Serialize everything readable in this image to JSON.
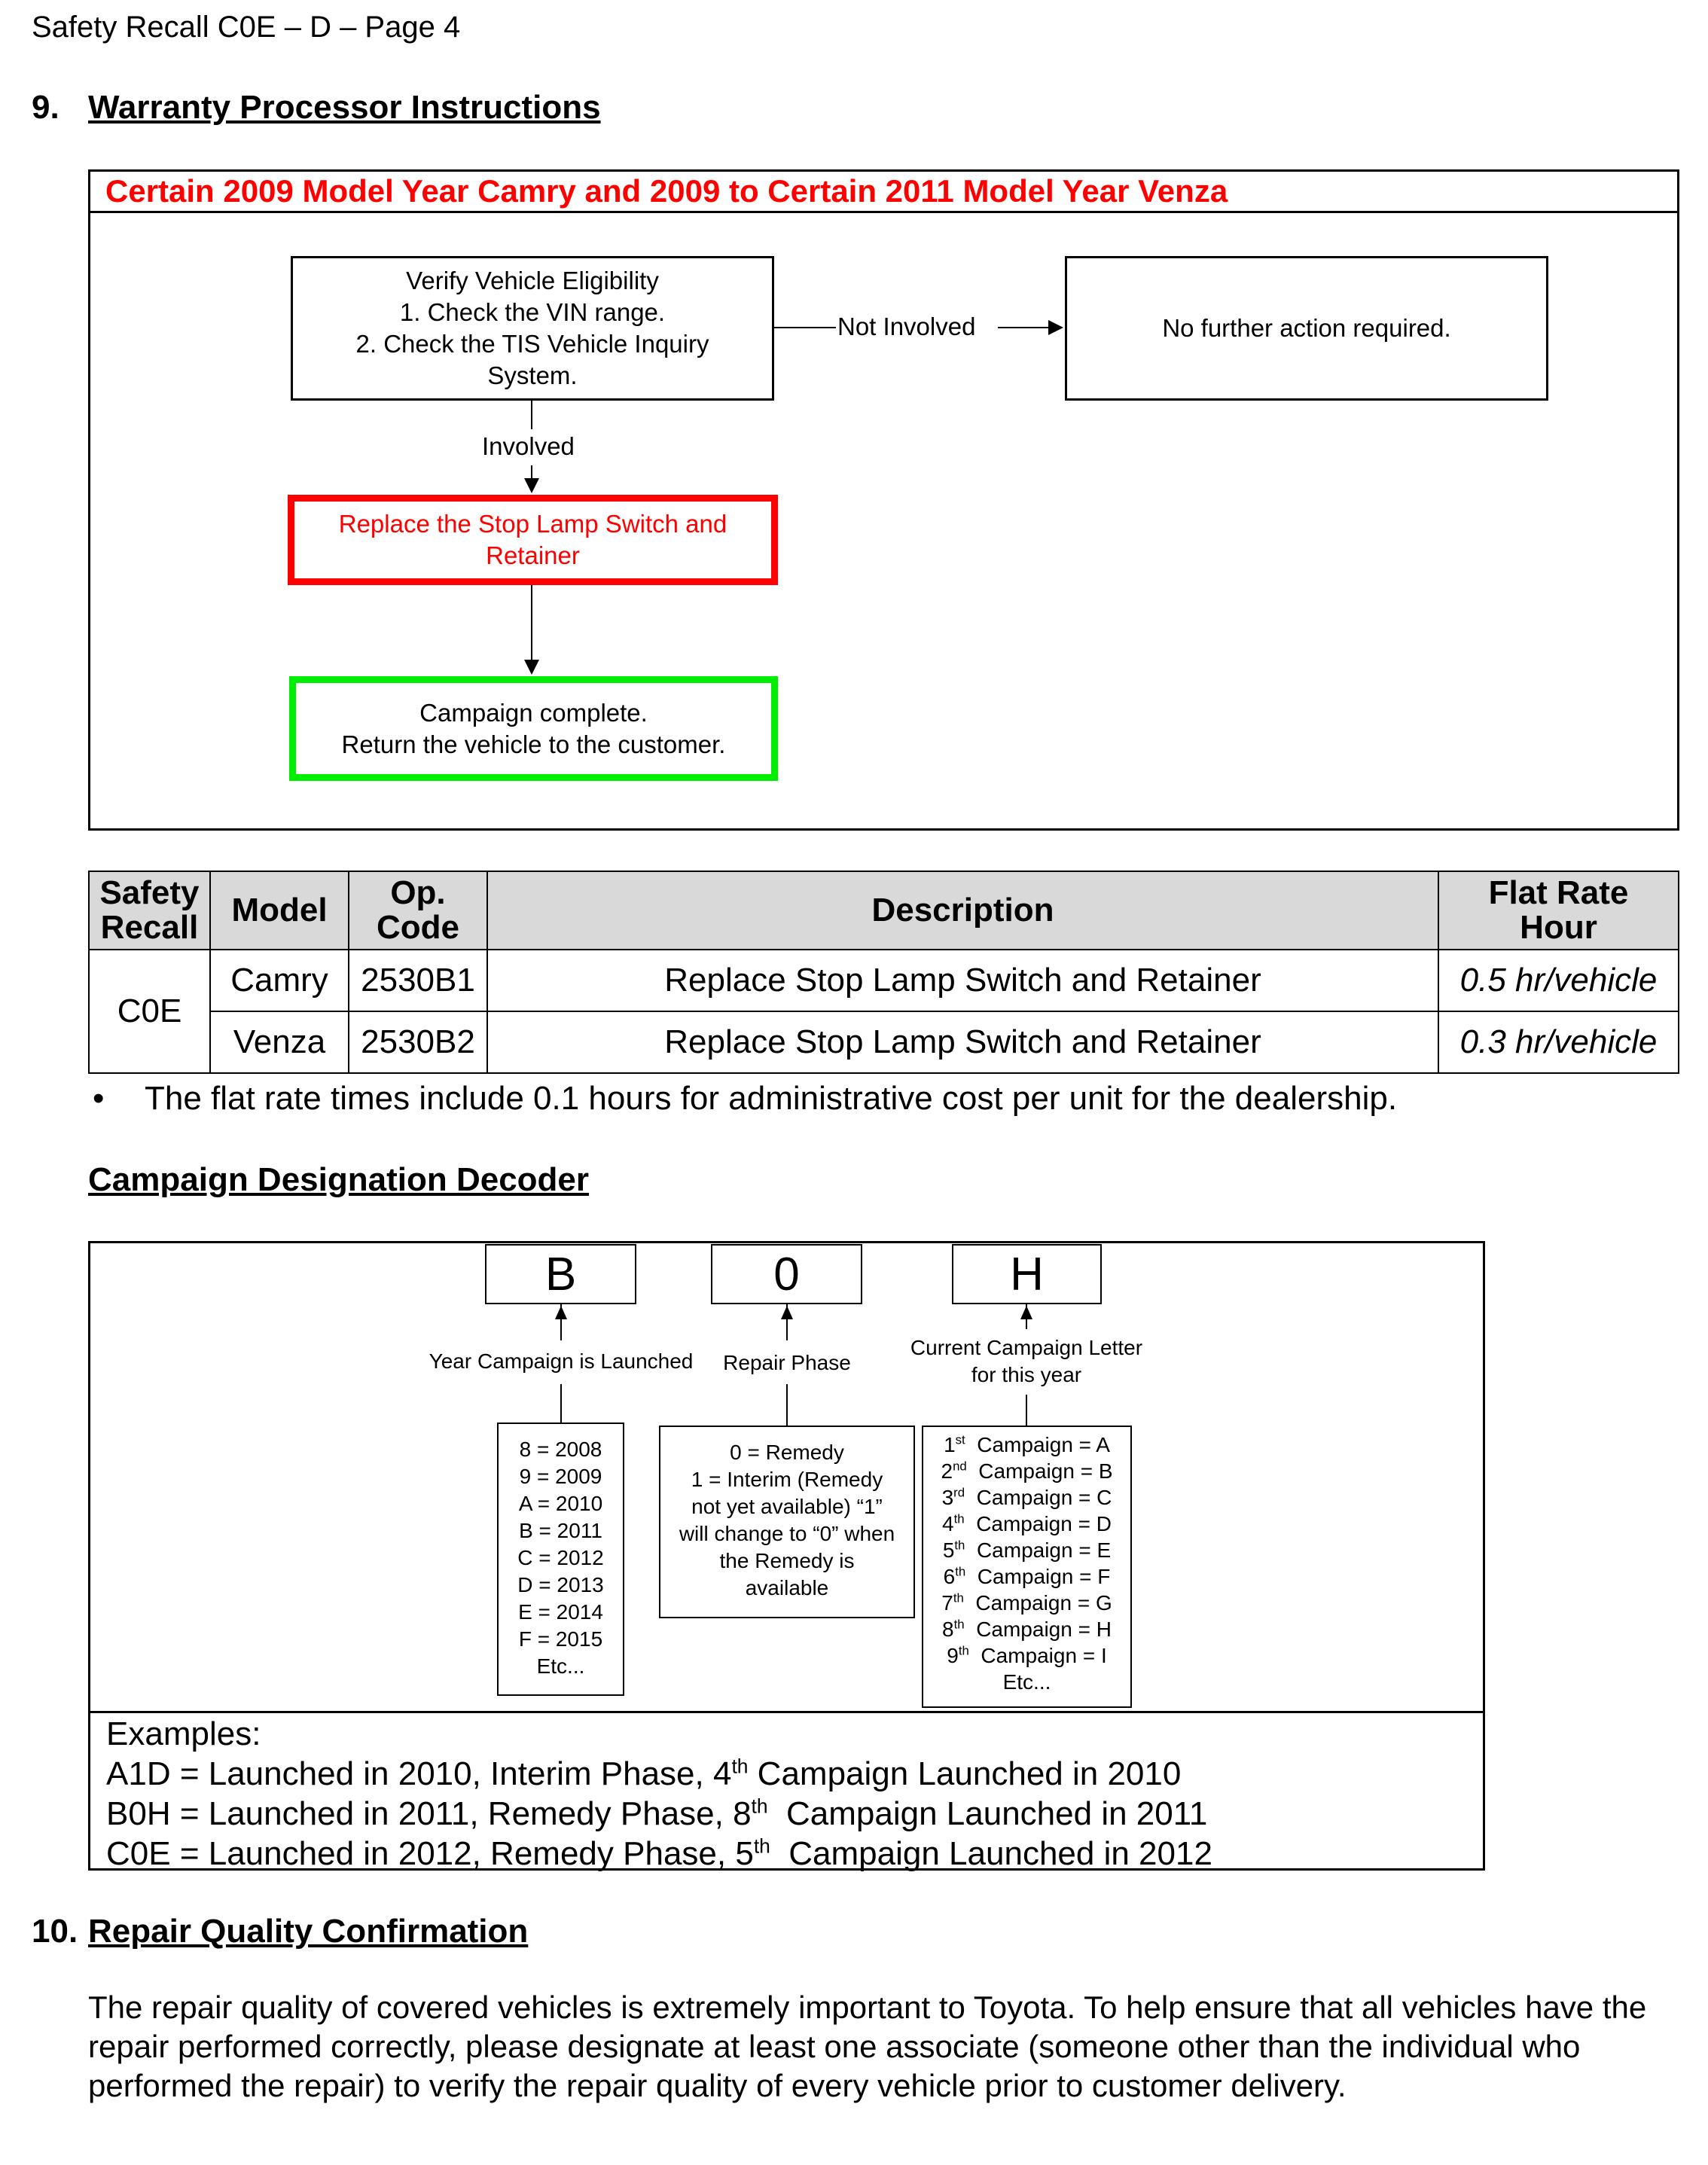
{
  "header": "Safety Recall C0E – D – Page 4",
  "section9": {
    "number": "9.",
    "title": "Warranty Processor Instructions"
  },
  "flowchart": {
    "title": "Certain 2009 Model Year Camry and 2009 to Certain 2011 Model Year Venza",
    "verify": [
      "Verify Vehicle Eligibility",
      "1. Check the VIN range.",
      "2. Check the TIS Vehicle Inquiry",
      "System."
    ],
    "not_involved": "Not Involved",
    "no_action": "No further action required.",
    "involved": "Involved",
    "replace": [
      "Replace the Stop Lamp Switch and",
      "Retainer"
    ],
    "complete": [
      "Campaign complete.",
      "Return the vehicle to the customer."
    ],
    "colors": {
      "title": "#ff0000",
      "replace_border": "#ff0000",
      "complete_border": "#00ee00"
    }
  },
  "table": {
    "headers": [
      [
        "Safety",
        "Recall"
      ],
      [
        "Model"
      ],
      [
        "Op.",
        "Code"
      ],
      [
        "Description"
      ],
      [
        "Flat Rate",
        "Hour"
      ]
    ],
    "recall": "C0E",
    "rows": [
      {
        "model": "Camry",
        "op_code": "2530B1",
        "description": "Replace Stop Lamp Switch and Retainer",
        "flat_rate": "0.5 hr/vehicle"
      },
      {
        "model": "Venza",
        "op_code": "2530B2",
        "description": "Replace Stop Lamp Switch and Retainer",
        "flat_rate": "0.3 hr/vehicle"
      }
    ]
  },
  "bullet": "The flat rate times include 0.1 hours for administrative cost per unit for the dealership.",
  "decoder": {
    "title": "Campaign Designation Decoder",
    "letters": [
      "B",
      "0",
      "H"
    ],
    "labels": {
      "year": "Year Campaign is Launched",
      "phase": "Repair Phase",
      "letter1": "Current Campaign Letter",
      "letter2": "for this year"
    },
    "years": [
      "8 = 2008",
      "9 = 2009",
      "A = 2010",
      "B = 2011",
      "C = 2012",
      "D = 2013",
      "E = 2014",
      "F = 2015",
      "Etc..."
    ],
    "phase": [
      "0 = Remedy",
      "1 = Interim (Remedy",
      "not yet available) “1”",
      "will change to “0” when",
      "the Remedy is",
      "available"
    ],
    "campaigns": [
      {
        "n": "1",
        "sup": "st",
        "text": "Campaign = A"
      },
      {
        "n": "2",
        "sup": "nd",
        "text": "Campaign = B"
      },
      {
        "n": "3",
        "sup": "rd",
        "text": "Campaign = C"
      },
      {
        "n": "4",
        "sup": "th",
        "text": "Campaign = D"
      },
      {
        "n": "5",
        "sup": "th",
        "text": "Campaign = E"
      },
      {
        "n": "6",
        "sup": "th",
        "text": "Campaign = F"
      },
      {
        "n": "7",
        "sup": "th",
        "text": "Campaign = G"
      },
      {
        "n": "8",
        "sup": "th",
        "text": "Campaign = H"
      },
      {
        "n": "9",
        "sup": "th",
        "text": "Campaign = I"
      }
    ],
    "campaigns_etc": "Etc...",
    "examples_label": "Examples:",
    "examples": [
      {
        "pre": "A1D = Launched in 2010, Interim Phase, 4",
        "sup": "th",
        "post": " Campaign Launched in 2010"
      },
      {
        "pre": "B0H = Launched in 2011, Remedy Phase, 8",
        "sup": "th",
        "post": "  Campaign Launched in 2011"
      },
      {
        "pre": "C0E = Launched in 2012, Remedy Phase, 5",
        "sup": "th",
        "post": "  Campaign Launched in 2012"
      }
    ]
  },
  "section10": {
    "number": "10.",
    "title": "Repair Quality Confirmation",
    "lines": [
      "The repair quality of covered vehicles is extremely important to Toyota.  To help ensure that all",
      "vehicles have the repair performed correctly, please designate at least one associate (someone",
      "other than the individual who performed the repair) to verify the repair quality of every vehicle prior",
      "to customer delivery."
    ]
  }
}
